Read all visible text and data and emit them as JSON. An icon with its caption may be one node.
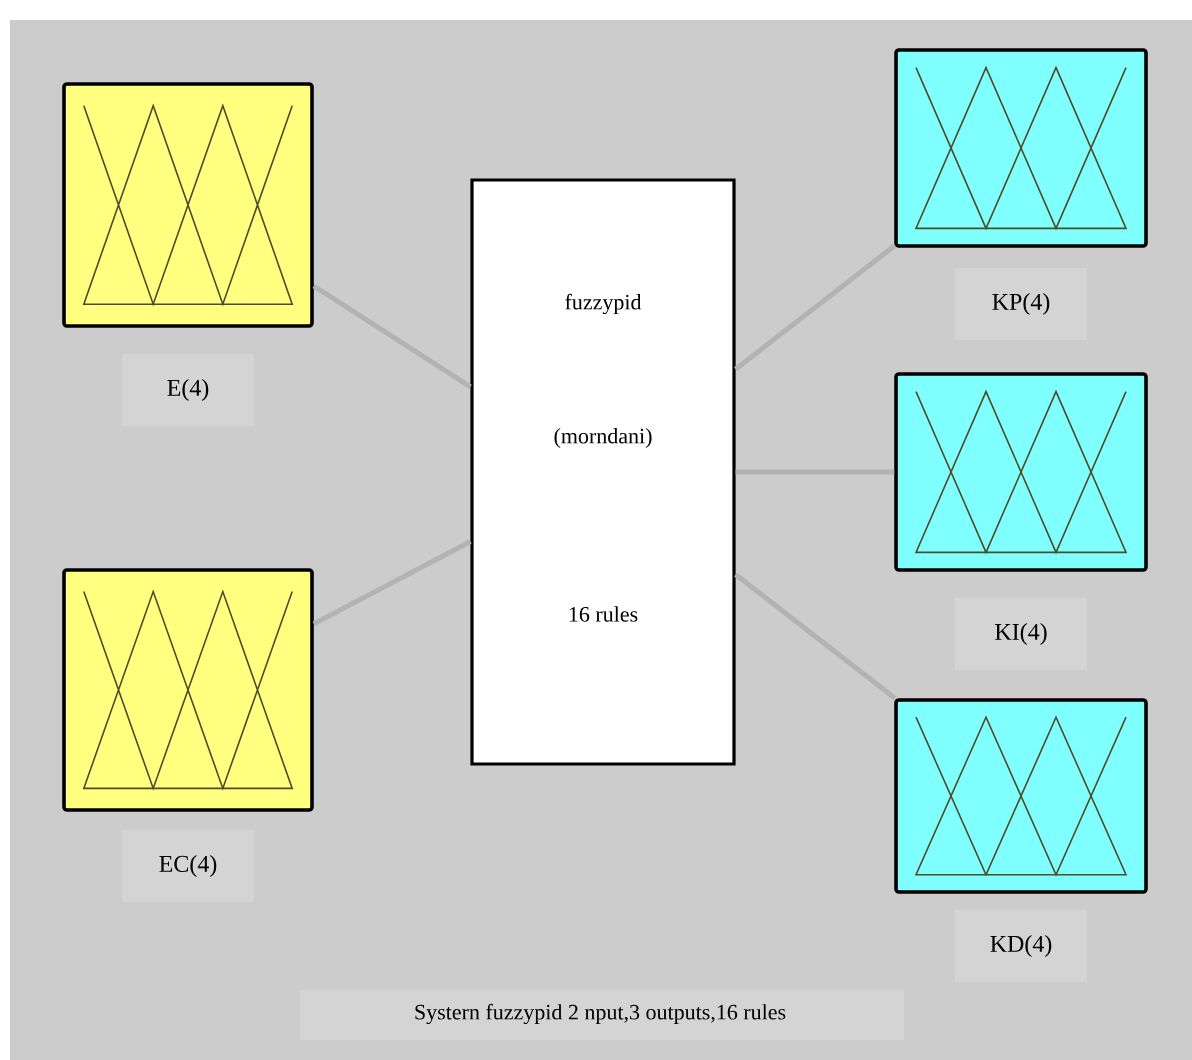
{
  "diagram": {
    "caption": "Systern fuzzypid 2 nput,3 outputs,16 rules",
    "nodes": [
      {
        "text": [
          "E(4)"
        ]
      },
      {
        "text": [
          "EC(4)"
        ]
      },
      {
        "text": [
          "fuzzypid",
          "(morndani)",
          "16 rules"
        ]
      },
      {
        "text": [
          "KP(4)"
        ]
      },
      {
        "text": [
          "KI(4)"
        ]
      },
      {
        "text": [
          "KD(4)"
        ]
      }
    ],
    "edges": [
      {
        "from": 0,
        "to": 2,
        "arrow": "none"
      },
      {
        "from": 1,
        "to": 2,
        "arrow": "none"
      },
      {
        "from": 2,
        "to": 3,
        "arrow": "none"
      },
      {
        "from": 2,
        "to": 4,
        "arrow": "none"
      },
      {
        "from": 2,
        "to": 5,
        "arrow": "none"
      }
    ]
  }
}
